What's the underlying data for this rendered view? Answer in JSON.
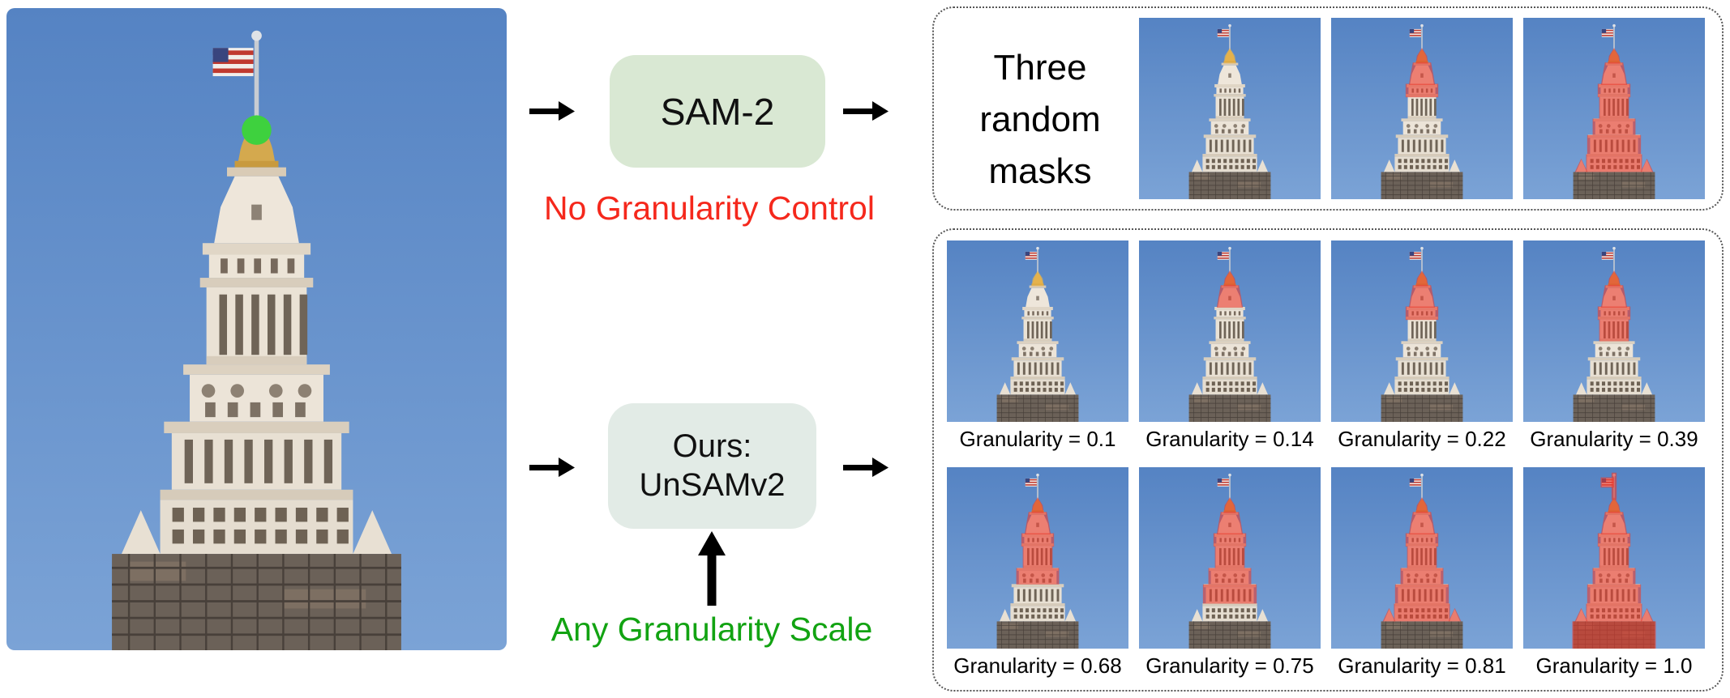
{
  "input": {
    "point_prompt": "green-dot",
    "point_prompt_color": "#3ed13e"
  },
  "flow": {
    "sam2": {
      "label": "SAM-2",
      "caption": "No Granularity Control",
      "caption_color": "#f5281c",
      "box_color": "#d9e8d3"
    },
    "ours": {
      "label_line1": "Ours:",
      "label_line2": "UnSAMv2",
      "caption": "Any Granularity Scale",
      "caption_color": "#12a312",
      "box_color": "#e2ebe6"
    }
  },
  "top_panel": {
    "title": "Three random masks",
    "masks": [
      {
        "name": "random-mask-1",
        "mask_level": 1
      },
      {
        "name": "random-mask-2",
        "mask_level": 3
      },
      {
        "name": "random-mask-3",
        "mask_level": 7
      }
    ]
  },
  "grid_panel": {
    "cells": [
      {
        "label": "Granularity = 0.1",
        "mask_level": 1
      },
      {
        "label": "Granularity = 0.14",
        "mask_level": 2
      },
      {
        "label": "Granularity = 0.22",
        "mask_level": 3
      },
      {
        "label": "Granularity = 0.39",
        "mask_level": 4
      },
      {
        "label": "Granularity = 0.68",
        "mask_level": 5
      },
      {
        "label": "Granularity = 0.75",
        "mask_level": 6
      },
      {
        "label": "Granularity = 0.81",
        "mask_level": 7
      },
      {
        "label": "Granularity = 1.0",
        "mask_level": 8
      }
    ]
  },
  "colors": {
    "mask_overlay_red": "rgba(235,58,45,0.60)",
    "mask_overlay_gold": "rgba(243,186,74,0.55)",
    "sky_top": "#5583c3",
    "sky_bottom": "#7ba3d6",
    "panel_border": "#555555",
    "arrow": "#000000",
    "gold_tip": "#d4a94e"
  }
}
